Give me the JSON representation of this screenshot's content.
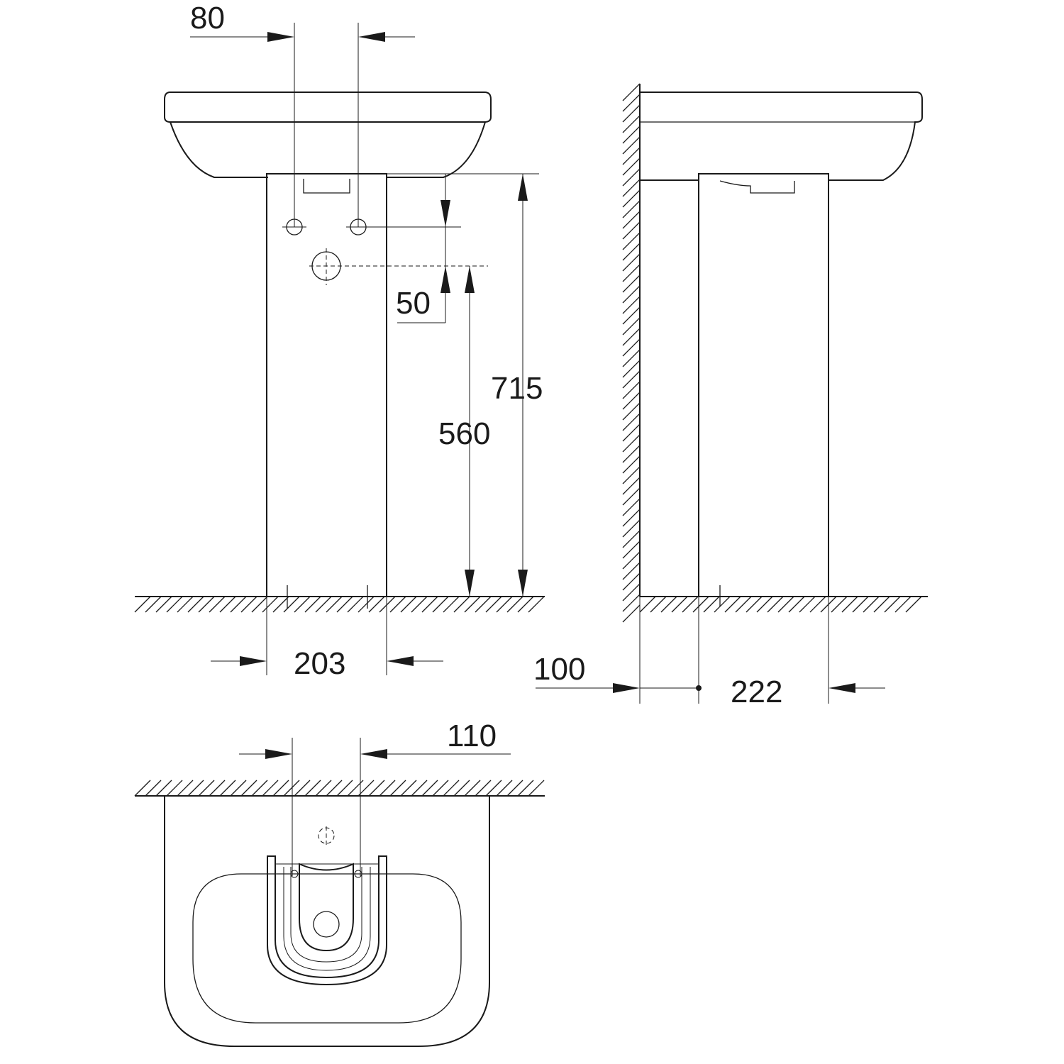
{
  "colors": {
    "line": "#1a1a1a",
    "background": "#ffffff"
  },
  "dimensions": {
    "tap_spacing": "80",
    "waste_offset": "50",
    "waste_height": "560",
    "basin_height": "715",
    "pedestal_width": "203",
    "wall_gap": "100",
    "pedestal_depth": "222",
    "plan_spacing": "110"
  }
}
